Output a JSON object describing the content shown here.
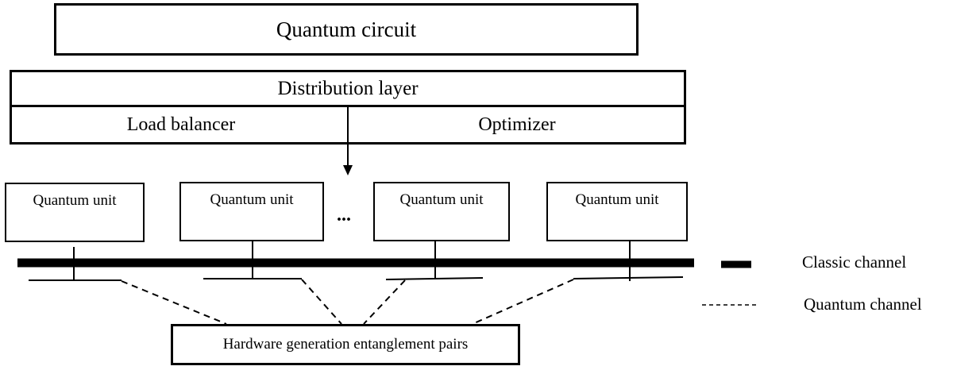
{
  "diagram": {
    "circuit_label": "Quantum circuit",
    "distribution_title": "Distribution layer",
    "load_balancer_label": "Load balancer",
    "optimizer_label": "Optimizer",
    "units": [
      {
        "label": "Quantum unit"
      },
      {
        "label": "Quantum unit"
      },
      {
        "label": "Quantum unit"
      },
      {
        "label": "Quantum unit"
      }
    ],
    "ellipsis": "...",
    "hardware_label": "Hardware generation entanglement pairs"
  },
  "legend": {
    "classic_label": "Classic channel",
    "quantum_label": "Quantum channel"
  }
}
